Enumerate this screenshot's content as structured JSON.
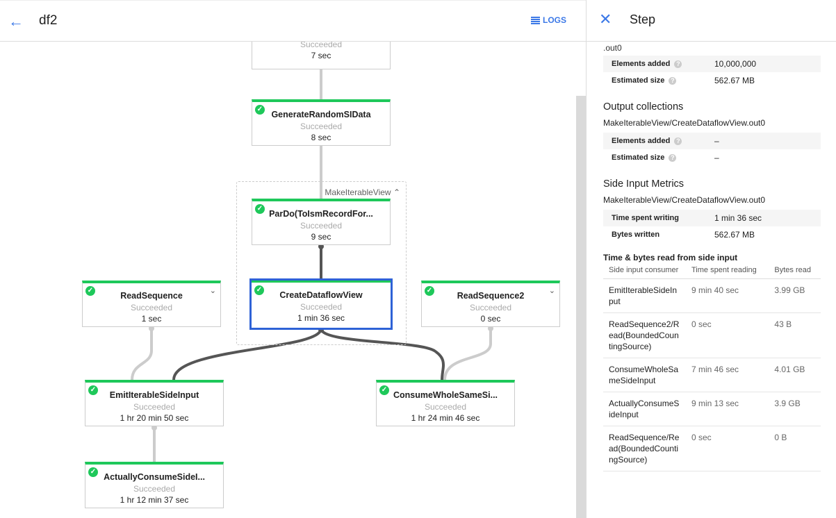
{
  "header": {
    "title": "df2",
    "logs_label": "LOGS",
    "back_icon": "arrow-left-icon",
    "logs_icon": "list-icon"
  },
  "colors": {
    "accent": "#3b78e7",
    "success": "#1ec85a",
    "selected": "#2e62d6"
  },
  "graph": {
    "group_label": "MakeIterableView",
    "nodes": [
      {
        "name": "",
        "status": "Succeeded",
        "duration": "7 sec"
      },
      {
        "name": "GenerateRandomSIData",
        "status": "Succeeded",
        "duration": "8 sec"
      },
      {
        "name": "ParDo(ToIsmRecordFor...",
        "status": "Succeeded",
        "duration": "9 sec"
      },
      {
        "name": "CreateDataflowView",
        "status": "Succeeded",
        "duration": "1 min 36 sec",
        "selected": true
      },
      {
        "name": "ReadSequence",
        "status": "Succeeded",
        "duration": "1 sec"
      },
      {
        "name": "ReadSequence2",
        "status": "Succeeded",
        "duration": "0 sec"
      },
      {
        "name": "EmitIterableSideInput",
        "status": "Succeeded",
        "duration": "1 hr 20 min 50 sec"
      },
      {
        "name": "ConsumeWholeSameSi...",
        "status": "Succeeded",
        "duration": "1 hr 24 min 46 sec"
      },
      {
        "name": "ActuallyConsumeSideI...",
        "status": "Succeeded",
        "duration": "1 hr 12 min 37 sec"
      }
    ]
  },
  "panel": {
    "title": "Step",
    "clipped_text": ".out0",
    "input_metrics": [
      {
        "label": "Elements added",
        "value": "10,000,000"
      },
      {
        "label": "Estimated size",
        "value": "562.67 MB"
      }
    ],
    "output_title": "Output collections",
    "output_name": "MakeIterableView/CreateDataflowView.out0",
    "output_metrics": [
      {
        "label": "Elements added",
        "value": "–"
      },
      {
        "label": "Estimated size",
        "value": "–"
      }
    ],
    "side_title": "Side Input Metrics",
    "side_name": "MakeIterableView/CreateDataflowView.out0",
    "side_metrics": [
      {
        "label": "Time spent writing",
        "value": "1 min 36 sec"
      },
      {
        "label": "Bytes written",
        "value": "562.67 MB"
      }
    ],
    "table_title": "Time & bytes read from side input",
    "columns": [
      "Side input consumer",
      "Time spent reading",
      "Bytes read"
    ],
    "rows": [
      [
        "EmitIterableSideInput",
        "9 min 40 sec",
        "3.99 GB"
      ],
      [
        "ReadSequence2/Read(BoundedCountingSource)",
        "0 sec",
        "43 B"
      ],
      [
        "ConsumeWholeSameSideInput",
        "7 min 46 sec",
        "4.01 GB"
      ],
      [
        "ActuallyConsumeSideInput",
        "9 min 13 sec",
        "3.9 GB"
      ],
      [
        "ReadSequence/Read(BoundedCountingSource)",
        "0 sec",
        "0 B"
      ]
    ]
  }
}
